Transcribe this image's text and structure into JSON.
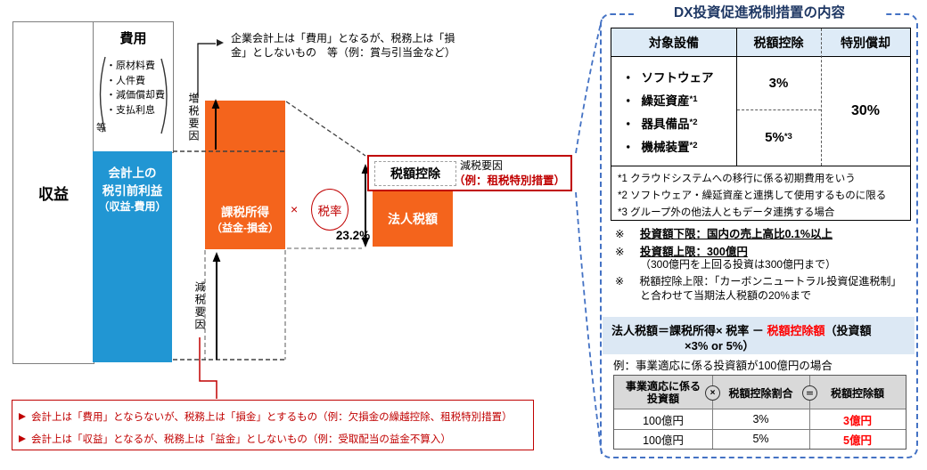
{
  "colors": {
    "orange": "#F4641C",
    "blue": "#2196D3",
    "dark_red": "#C00000",
    "bright_red": "#FF0000",
    "navy_title": "#1F3864",
    "table_header_blue": "#DEEBF7",
    "panel_border_blue": "#4472C4",
    "table_header_gray": "#D9D9D9",
    "formula_bg": "#DCE8F4"
  },
  "left_diagram": {
    "revenue_label": "収益",
    "expense": {
      "title": "費用",
      "bullet": "・",
      "items": [
        "原材料費",
        "人件費",
        "減価償却費",
        "支払利息"
      ],
      "etc": "等"
    },
    "pretax_profit": {
      "line1": "会計上の",
      "line2": "税引前利益",
      "line3": "（収益-費用）"
    },
    "taxable_income": {
      "line1": "課税所得",
      "line2": "（益金-損金）"
    },
    "increase_factor_label": "増税要因",
    "decrease_factor_label": "減税要因",
    "tax_rate": {
      "multiply": "×",
      "label": "税率",
      "value": "23.2%"
    },
    "tax_credit": {
      "label": "税額控除",
      "factor_label": "減税要因",
      "example": "（例：租税特別措置）"
    },
    "corporate_tax_label": "法人税額",
    "top_note": {
      "marker": "➢",
      "line1": "企業会計上は「費用」となるが、税務上は「損",
      "line2": "金」としないもの　等（例：賞与引当金など）"
    },
    "bottom_notes": {
      "marker": "➢",
      "items": [
        "会計上は「費用」とならないが、税務上は「損金」とするもの（例：欠損金の繰越控除、租税特別措置）",
        "会計上は「収益」となるが、税務上は「益金」としないもの（例：受取配当の益金不算入）"
      ]
    }
  },
  "right_panel": {
    "title": "DX投資促進税制措置の内容",
    "main_table": {
      "headers": [
        "対象設備",
        "税額控除",
        "特別償却"
      ],
      "bullet": "・",
      "equipment": [
        {
          "label": "ソフトウェア",
          "note": ""
        },
        {
          "label": "繰延資産",
          "note": "*1"
        },
        {
          "label": "器具備品",
          "note": "*2"
        },
        {
          "label": "機械装置",
          "note": "*2"
        }
      ],
      "credit_rate_upper": {
        "value": "3%",
        "note": ""
      },
      "credit_rate_lower": {
        "value": "5%",
        "note": "*3"
      },
      "special_depreciation": "30%",
      "footnotes": [
        "*1 クラウドシステムへの移行に係る初期費用をいう",
        "*2 ソフトウェア・繰延資産と連携して使用するものに限る",
        "*3 グループ外の他法人ともデータ連携する場合"
      ]
    },
    "conditions": [
      {
        "marker": "※",
        "main": "投資額下限：国内の売上高比0.1%以上",
        "sub": ""
      },
      {
        "marker": "※",
        "main": "投資額上限：300億円",
        "sub": "（300億円を上回る投資は300億円まで）"
      },
      {
        "marker": "※",
        "main": "税額控除上限：「カーボンニュートラル投資促進税制」",
        "sub": "と合わせて当期法人税額の20%まで"
      }
    ],
    "formula": {
      "prefix": "法人税額＝課税所得× 税率 － ",
      "highlight": "税額控除額",
      "suffix": "（投資額",
      "line2": "×3% or 5%）"
    },
    "example_caption": "例：事業適応に係る投資額が100億円の場合",
    "example_table": {
      "header_col1_line1": "事業適応に係る",
      "header_col1_line2": "投資額",
      "header_col2": "税額控除割合",
      "header_col3": "税額控除額",
      "op_multiply": "×",
      "op_equals": "＝",
      "rows": [
        [
          "100億円",
          "3%",
          "3億円"
        ],
        [
          "100億円",
          "5%",
          "5億円"
        ]
      ]
    }
  }
}
